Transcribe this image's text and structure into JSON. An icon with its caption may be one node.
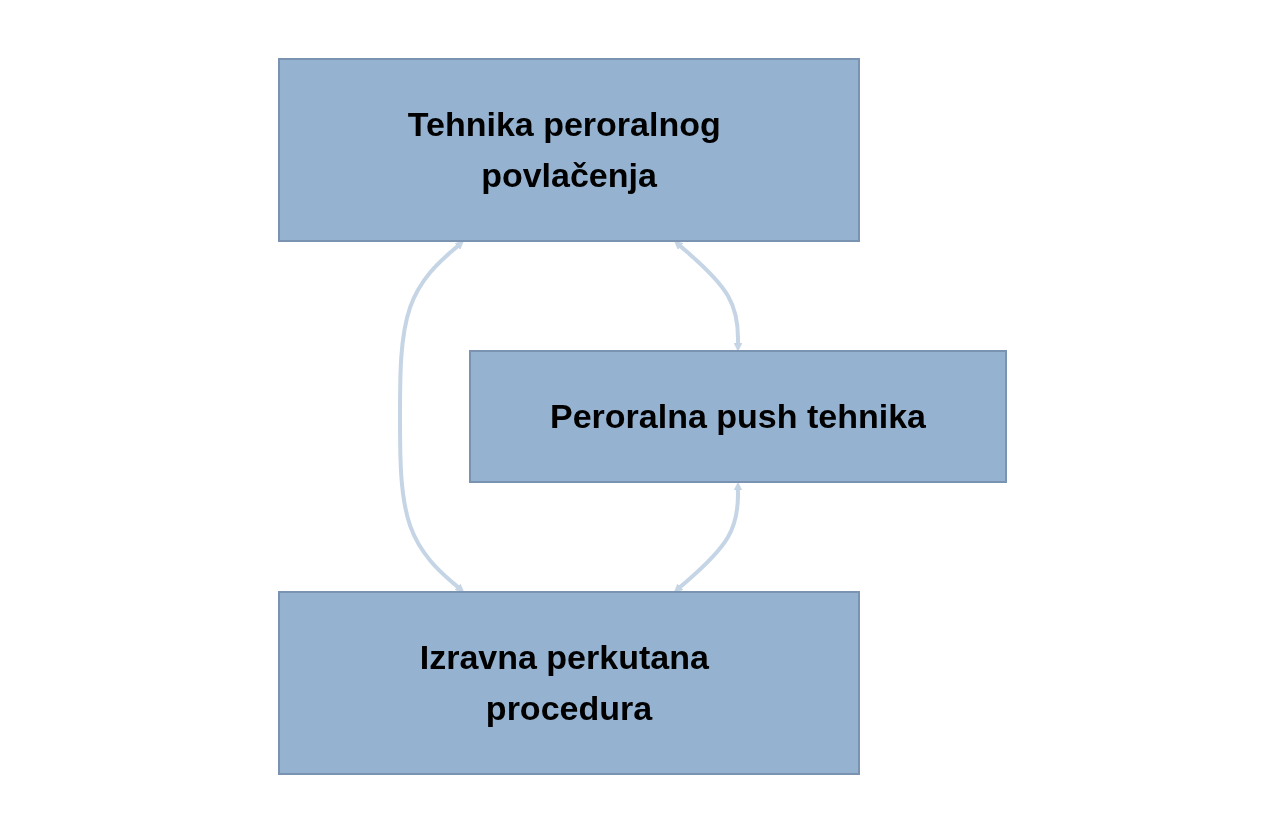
{
  "diagram": {
    "nodes": [
      {
        "text": [
          "Tehnika peroralnog povlačenja"
        ]
      },
      {
        "text": [
          "Peroralna push tehnika"
        ]
      },
      {
        "text": [
          "Izravna perkutana procedura"
        ]
      }
    ],
    "edges": [
      {
        "from": 0,
        "to": 1,
        "arrow": "both"
      },
      {
        "from": 0,
        "to": 2,
        "arrow": "both"
      },
      {
        "from": 1,
        "to": 2,
        "arrow": "both"
      }
    ]
  }
}
